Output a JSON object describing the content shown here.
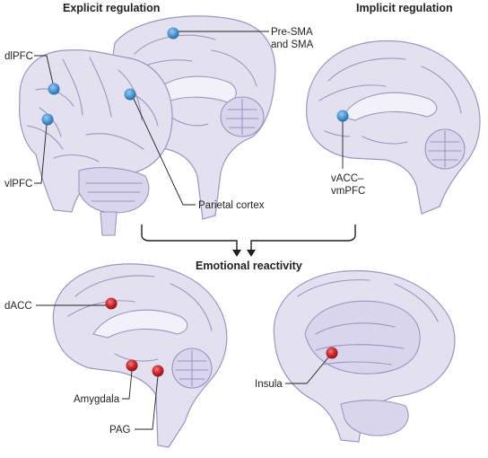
{
  "headings": {
    "explicit": "Explicit regulation",
    "implicit": "Implicit regulation",
    "reactivity": "Emotional reactivity"
  },
  "labels": {
    "dlpfc": "dlPFC",
    "vlpfc": "vlPFC",
    "pre_sma_1": "Pre-SMA",
    "pre_sma_2": "and SMA",
    "parietal": "Parietal cortex",
    "vacc_1": "vACC–",
    "vacc_2": "vmPFC",
    "dacc": "dACC",
    "amygdala": "Amygdala",
    "pag": "PAG",
    "insula": "Insula"
  },
  "colors": {
    "regulation_dot": "#4a95d3",
    "reactivity_dot": "#c8232c",
    "brain_fill": "#e3e0f0",
    "brain_stroke": "#9c95c4"
  }
}
